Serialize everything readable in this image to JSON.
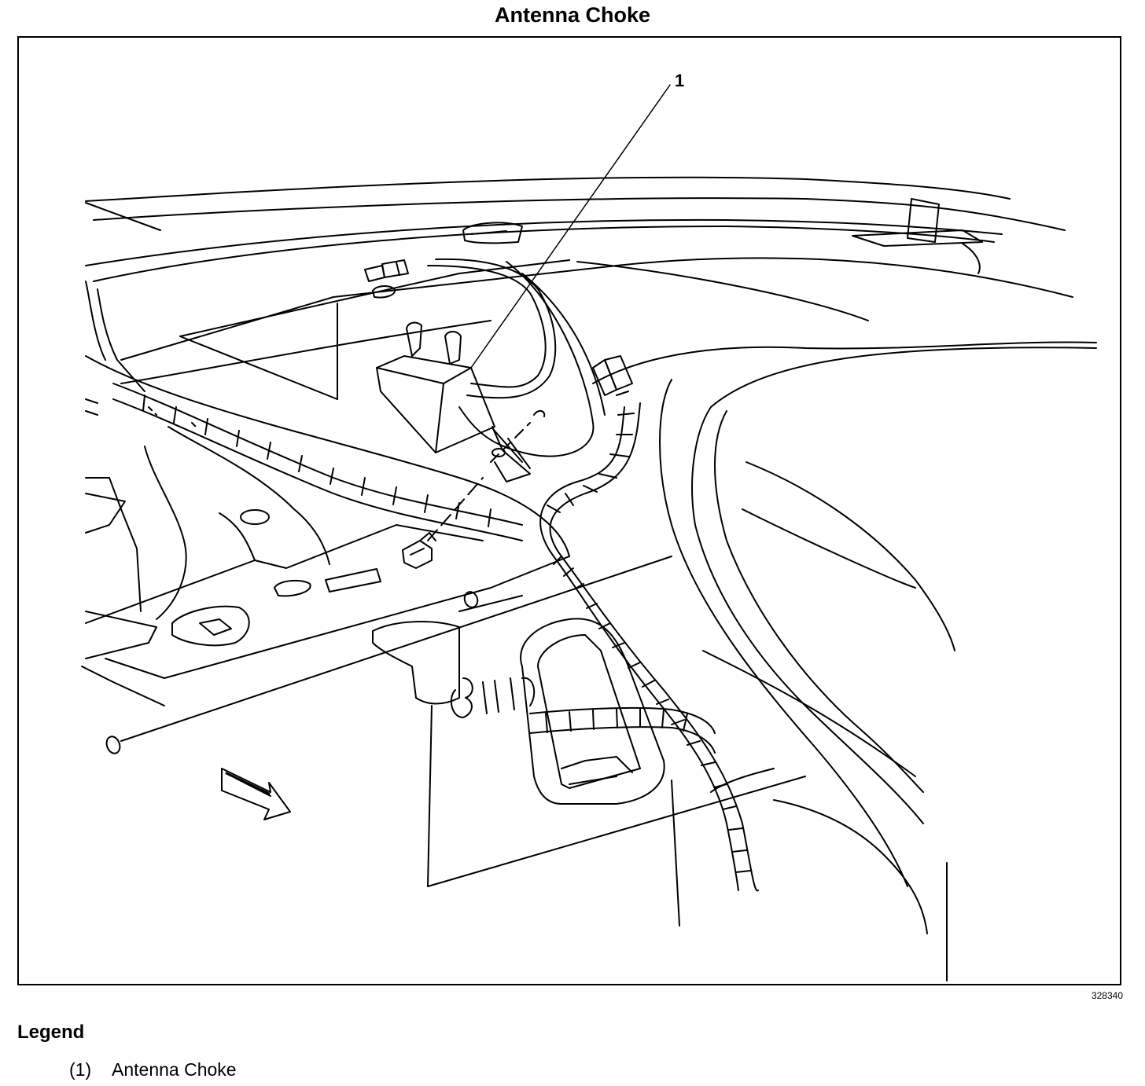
{
  "title": "Antenna Choke",
  "figure_id": "328340",
  "callout_label": "1",
  "legend": {
    "heading": "Legend",
    "items": [
      {
        "number": "(1)",
        "label": "Antenna Choke"
      }
    ]
  }
}
